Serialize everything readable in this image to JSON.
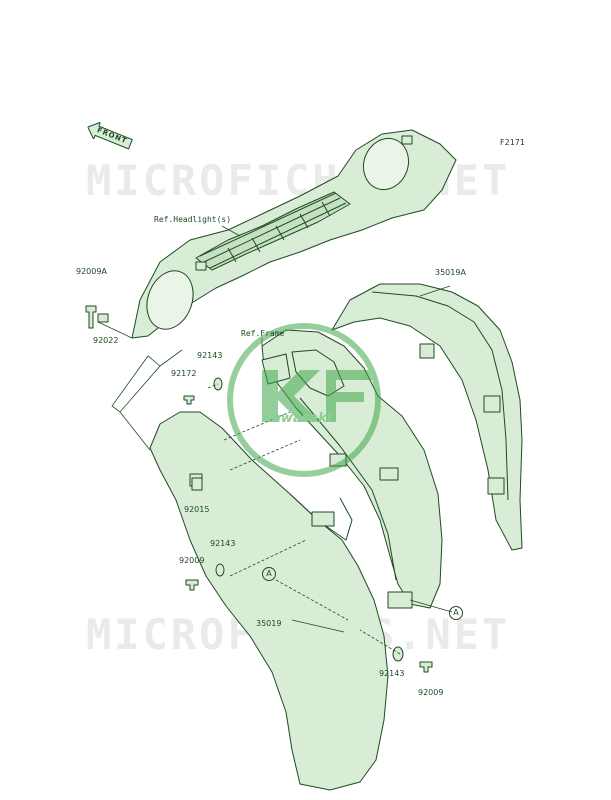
{
  "diagram": {
    "code": "F2171",
    "front_label": "FRONT",
    "watermark": "MICROFICHES.NET",
    "logo_text": "Kawasaki",
    "refs": {
      "headlight": "Ref.Headlight(s)",
      "frame": "Ref.Frame"
    },
    "parts": {
      "p92009A": "92009A",
      "p92022": "92022",
      "p92143_a": "92143",
      "p92172": "92172",
      "p92015": "92015",
      "p92143_b": "92143",
      "p92009_a": "92009",
      "p35019A": "35019A",
      "p35019": "35019",
      "p92143_c": "92143",
      "p92009_b": "92009"
    },
    "markers": {
      "a1": "A",
      "a2": "A"
    },
    "colors": {
      "part_fill": "#d9ecd6",
      "part_stroke": "#1f4a24",
      "logo_green": "#3fa64a"
    }
  }
}
